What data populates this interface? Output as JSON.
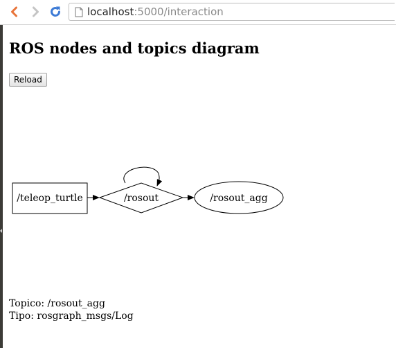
{
  "browser": {
    "url_host": "localhost",
    "url_path": ":5000/interaction",
    "icons": [
      "back-arrow-icon",
      "forward-arrow-icon",
      "reload-icon",
      "page-icon"
    ],
    "colors": {
      "back_arrow": "#e8743a",
      "reload": "#3d7bd6"
    }
  },
  "page": {
    "title": "ROS nodes and topics diagram",
    "reload_label": "Reload"
  },
  "diagram": {
    "nodes": [
      {
        "id": "teleop",
        "label": "/teleop_turtle",
        "shape": "box"
      },
      {
        "id": "rosout",
        "label": "/rosout",
        "shape": "diamond"
      },
      {
        "id": "rosout_agg",
        "label": "/rosout_agg",
        "shape": "ellipse"
      }
    ],
    "edges": [
      {
        "from": "teleop",
        "to": "rosout"
      },
      {
        "from": "rosout",
        "to": "rosout"
      },
      {
        "from": "rosout",
        "to": "rosout_agg"
      }
    ]
  },
  "info": {
    "topic": "Topico: /rosout_agg",
    "type": "Tipo: rosgraph_msgs/Log"
  }
}
